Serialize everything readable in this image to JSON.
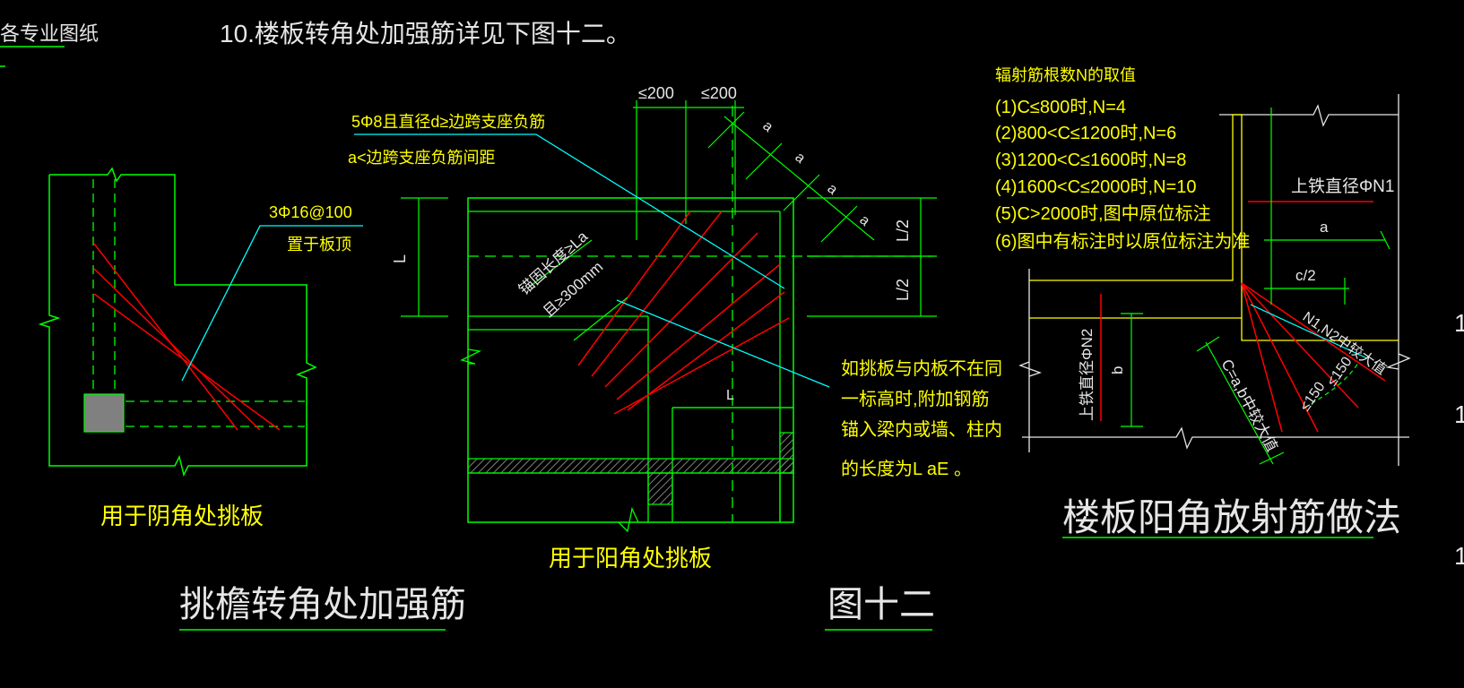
{
  "colors": {
    "background": "#000000",
    "outline_green": "#00ff00",
    "outline_yellow": "#ffff00",
    "leader_cyan": "#00ffff",
    "rebar_red": "#ff0000",
    "text_yellow": "#ffff00",
    "text_white": "#e6e6e6"
  },
  "header": {
    "left_fragment": "各专业图纸",
    "note_10": "10.楼板转角处加强筋详见下图十二。"
  },
  "left_detail": {
    "rebar_label": "3Φ16@100",
    "rebar_location": "置于板顶",
    "caption": "用于阴角处挑板"
  },
  "middle_detail": {
    "rebar_note_1": "5Φ8且直径d≥边跨支座负筋",
    "rebar_note_2": "a<边跨支座负筋间距",
    "dim_top_1": "≤200",
    "dim_top_2": "≤200",
    "spacing_a": [
      "a",
      "a",
      "a",
      "a"
    ],
    "dim_l_left": "L",
    "dim_l_half_1": "L/2",
    "dim_l_half_2": "L/2",
    "anchor_note_1": "锚固长度≥La",
    "anchor_note_2": "且≥300mm",
    "dim_l_inner": "L",
    "caption": "用于阳角处挑板",
    "side_note": [
      "如挑板与内板不在同",
      "一标高时,附加钢筋",
      "锚入梁内或墙、柱内",
      "的长度为L  aE 。"
    ]
  },
  "section_title_left": "挑檐转角处加强筋",
  "figure_label": "图十二",
  "right_detail": {
    "radial_title": "辐射筋根数N的取值",
    "rules": [
      "(1)C≤800时,N=4",
      "(2)800<C≤1200时,N=6",
      "(3)1200<C≤1600时,N=8",
      "(4)1600<C≤2000时,N=10",
      "(5)C>2000时,图中原位标注",
      "(6)图中有标注时以原位标注为准"
    ],
    "label_n1": "上铁直径ΦN1",
    "label_a": "a",
    "label_c_half": "c/2",
    "label_n2": "上铁直径ΦN2",
    "label_b": "b",
    "label_c_formula": "C=a,b中较大值",
    "label_n1n2": "N1,N2中较大值",
    "label_150a": "≤150",
    "label_150b": "≤150",
    "title": "楼板阳角放射筋做法"
  },
  "edge_marks": [
    "1",
    "1",
    "1"
  ]
}
